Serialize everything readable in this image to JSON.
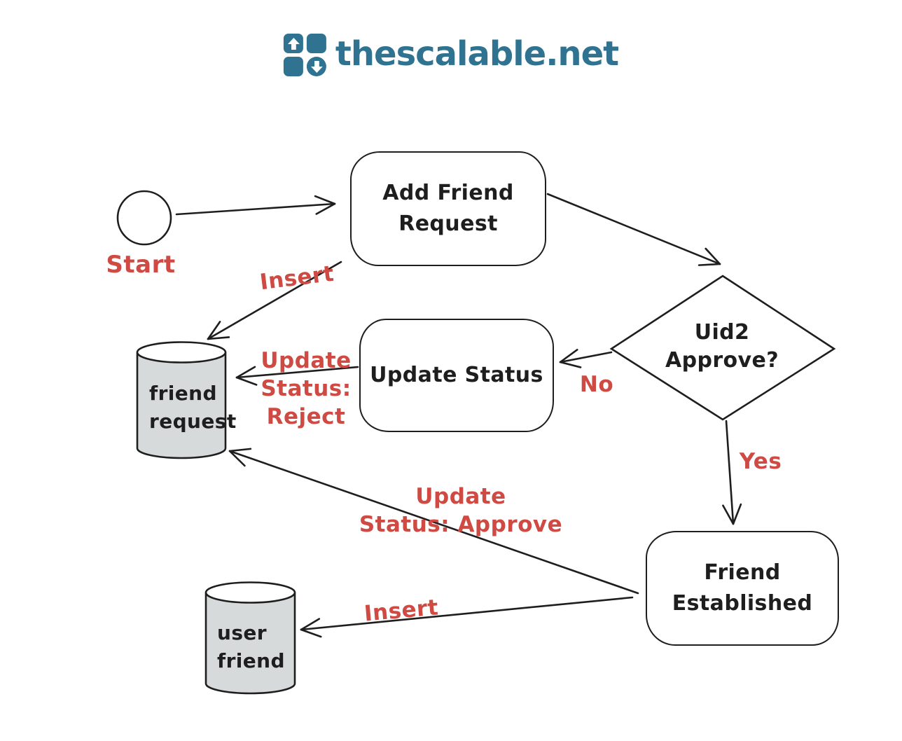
{
  "logo": {
    "text": "thescalable.net",
    "icon": "grid-up-down-arrows-icon"
  },
  "colors": {
    "ink": "#1e1e1e",
    "accent_red": "#ce4a43",
    "brand_teal": "#2f7391",
    "cylinder_fill": "#d6dada"
  },
  "nodes": {
    "start": {
      "label": "Start",
      "shape": "circle"
    },
    "add_friend": {
      "line1": "Add Friend",
      "line2": "Request",
      "shape": "rounded-rect"
    },
    "decision": {
      "line1": "Uid2",
      "line2": "Approve?",
      "shape": "diamond"
    },
    "update_status": {
      "label": "Update Status",
      "shape": "rounded-rect"
    },
    "friend_established": {
      "line1": "Friend",
      "line2": "Established",
      "shape": "rounded-rect"
    },
    "friend_request_db": {
      "line1": "friend",
      "line2": "request",
      "shape": "cylinder"
    },
    "user_friend_db": {
      "line1": "user",
      "line2": "friend",
      "shape": "cylinder"
    }
  },
  "edge_labels": {
    "insert_top": "Insert",
    "update_status_reject": {
      "line1": "Update",
      "line2": "Status:",
      "line3": "Reject"
    },
    "no": "No",
    "yes": "Yes",
    "update_status_approve": {
      "line1": "Update",
      "line2": "Status: Approve"
    },
    "insert_bottom": "Insert"
  }
}
